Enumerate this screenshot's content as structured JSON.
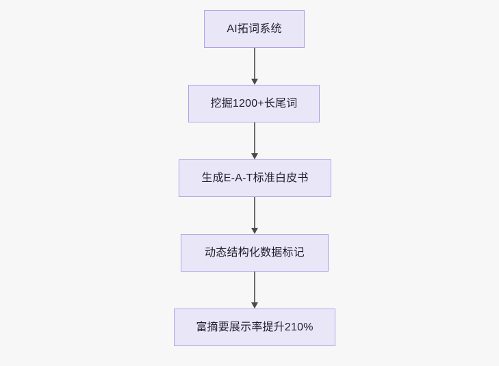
{
  "diagram": {
    "type": "flowchart",
    "orientation": "top-to-bottom",
    "background_color": "#f7f7f7",
    "node_fill_color": "#e9e6f8",
    "node_border_color": "#b4a0e3",
    "node_text_color": "#1f1f2b",
    "edge_color": "#6b6b6b",
    "nodes": [
      {
        "id": "n0",
        "label": "AI拓词系统"
      },
      {
        "id": "n1",
        "label": "挖掘1200+长尾词"
      },
      {
        "id": "n2",
        "label": "生成E-A-T标准白皮书"
      },
      {
        "id": "n3",
        "label": "动态结构化数据标记"
      },
      {
        "id": "n4",
        "label": "富摘要展示率提升210%"
      }
    ],
    "edges": [
      {
        "id": "e0",
        "from": "n0",
        "to": "n1",
        "arrow": "arrow-down-icon"
      },
      {
        "id": "e1",
        "from": "n1",
        "to": "n2",
        "arrow": "arrow-down-icon"
      },
      {
        "id": "e2",
        "from": "n2",
        "to": "n3",
        "arrow": "arrow-down-icon"
      },
      {
        "id": "e3",
        "from": "n3",
        "to": "n4",
        "arrow": "arrow-down-icon"
      }
    ]
  }
}
